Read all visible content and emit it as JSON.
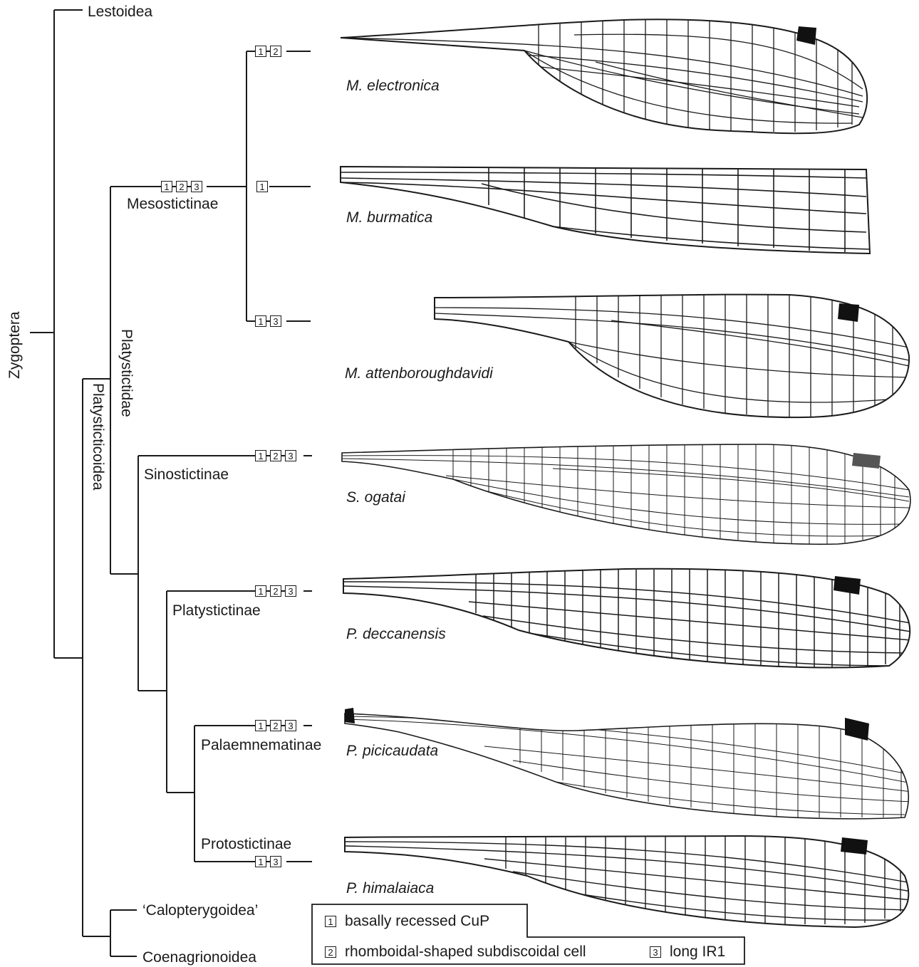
{
  "tree": {
    "root_label": "Zygoptera",
    "platysticticoidea_label": "Platysticticoidea",
    "platystictidae_label": "Platystictidae",
    "lestoidea_label": "Lestoidea",
    "calopterygoidea_label": "‘Calopterygoidea’",
    "coenagrionoidea_label": "Coenagrionoidea",
    "mesostictinae_label": "Mesostictinae",
    "sinostictinae_label": "Sinostictinae",
    "platystictinae_label": "Platystictinae",
    "palaemnematinae_label": "Palaemnematinae",
    "protostictinae_label": "Protostictinae"
  },
  "characters": {
    "mesostictinae": [
      "1",
      "2",
      "3"
    ],
    "m_electronica": [
      "1",
      "2"
    ],
    "m_burmatica": [
      "1"
    ],
    "m_attenboroughdavidi": [
      "1",
      "3"
    ],
    "s_ogatai": [
      "1",
      "2",
      "3"
    ],
    "p_deccanensis": [
      "1",
      "2",
      "3"
    ],
    "p_picicaudata": [
      "1",
      "2",
      "3"
    ],
    "p_himalaiaca": [
      "1",
      "3"
    ]
  },
  "species": {
    "m_electronica": "M. electronica",
    "m_burmatica": "M. burmatica",
    "m_attenboroughdavidi": "M. attenboroughdavidi",
    "s_ogatai": "S. ogatai",
    "p_deccanensis": "P. deccanensis",
    "p_picicaudata": "P. picicaudata",
    "p_himalaiaca": "P. himalaiaca"
  },
  "legend": {
    "item1_num": "1",
    "item1_text": "basally recessed CuP",
    "item2_num": "2",
    "item2_text": "rhomboidal-shaped subdiscoidal cell",
    "item3_num": "3",
    "item3_text": "long IR1"
  },
  "colors": {
    "line": "#1a1a1a",
    "pterostigma": "#111111",
    "pterostigma_grey": "#555555"
  }
}
